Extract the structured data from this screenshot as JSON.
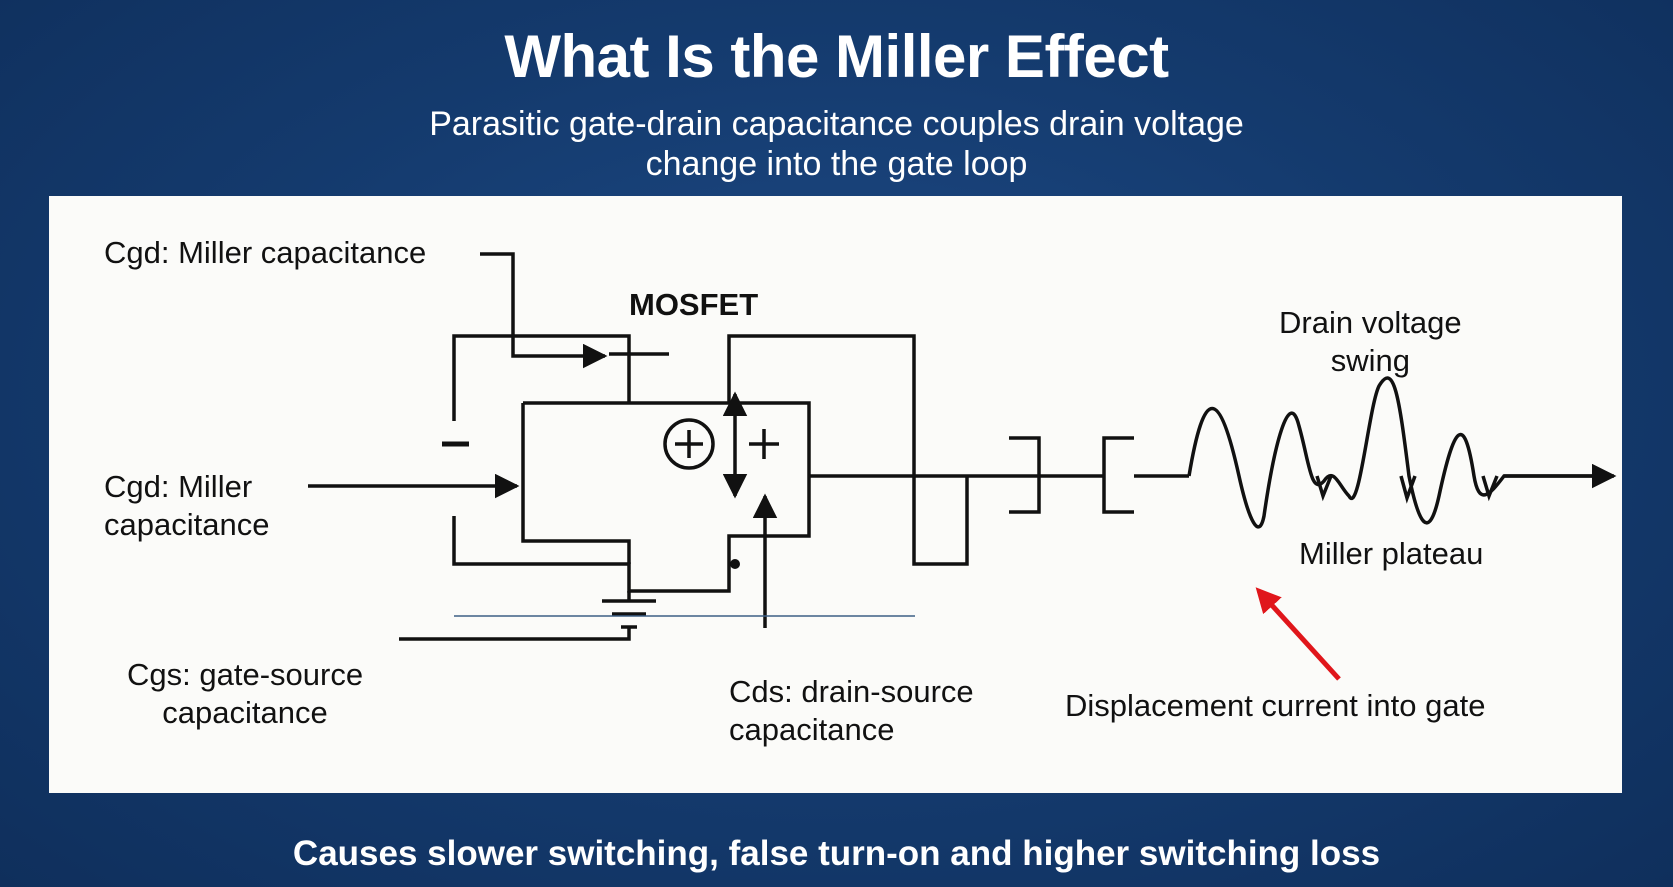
{
  "header": {
    "title": "What Is the Miller Effect",
    "subtitle_line1": "Parasitic gate-drain capacitance couples drain voltage",
    "subtitle_line2": "change into the gate loop"
  },
  "diagram": {
    "labels": {
      "cgd_top": "Cgd: Miller capacitance",
      "mosfet": "MOSFET",
      "cgd_left_line1": "Cgd: Miller",
      "cgd_left_line2": "capacitance",
      "cgs_line1": "Cgs: gate-source",
      "cgs_line2": "capacitance",
      "cds_line1": "Cds: drain-source",
      "cds_line2": "capacitance",
      "drain_swing_line1": "Drain voltage",
      "drain_swing_line2": "swing",
      "miller_plateau": "Miller plateau",
      "displacement": "Displacement current into gate"
    },
    "colors": {
      "line": "#111111",
      "highlight_arrow": "#e0161b"
    }
  },
  "footer": {
    "text": "Causes slower switching, false turn-on and higher switching loss"
  }
}
